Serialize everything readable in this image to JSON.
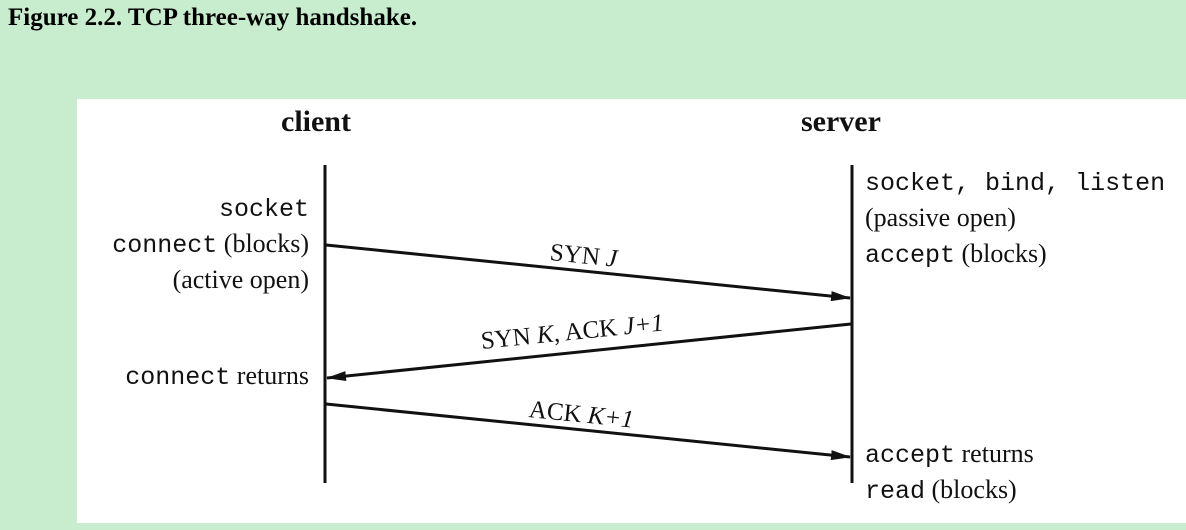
{
  "caption": "Figure 2.2. TCP three-way handshake.",
  "diagram": {
    "headers": {
      "client": "client",
      "server": "server"
    },
    "client_labels": {
      "socket": "socket",
      "connect_code": "connect",
      "connect_text": " (blocks)",
      "active_open": "(active open)",
      "connect_returns_code": "connect",
      "connect_returns_text": " returns"
    },
    "server_labels": {
      "socket": "socket,",
      "bind": "bind,",
      "listen": "listen",
      "passive_open": "(passive open)",
      "accept_code": "accept",
      "accept_text": " (blocks)",
      "accept_returns_code": "accept",
      "accept_returns_text": " returns",
      "read_code": "read",
      "read_text": " (blocks)"
    },
    "messages": {
      "syn": {
        "label": "SYN ",
        "arg": "J"
      },
      "synack": {
        "label1": "SYN ",
        "arg1": "K",
        "label2": ", ACK ",
        "arg2": "J+1"
      },
      "ack": {
        "label": "ACK ",
        "arg": "K+1"
      }
    }
  }
}
